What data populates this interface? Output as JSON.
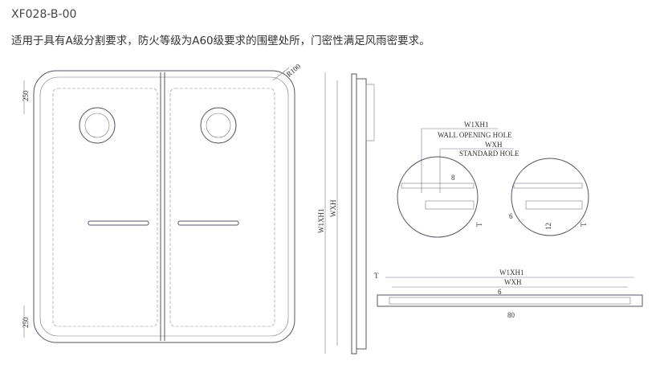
{
  "product": {
    "code": "XF028-B-00",
    "description": "适用于具有A级分割要求，防火等级为A60级要求的围壁处所，门密性满足风雨密要求。"
  },
  "drawing": {
    "front": {
      "radius": "R100",
      "top_dim": "250",
      "bottom_dim": "250"
    },
    "side": {
      "outer_height": "W1XH1",
      "inner_height": "WXH"
    },
    "detail": {
      "wall_dim": "W1XH1",
      "wall_label": "WALL OPENING HOLE",
      "std_dim": "WXH",
      "std_label": "STANDARD HOLE",
      "gap": "8",
      "left_offset": "6",
      "depth": "12",
      "thickness": "T"
    },
    "plan": {
      "outer_width": "W1XH1",
      "inner_width": "WXH",
      "small": "6",
      "hinge": "80",
      "thickness": "T"
    }
  }
}
